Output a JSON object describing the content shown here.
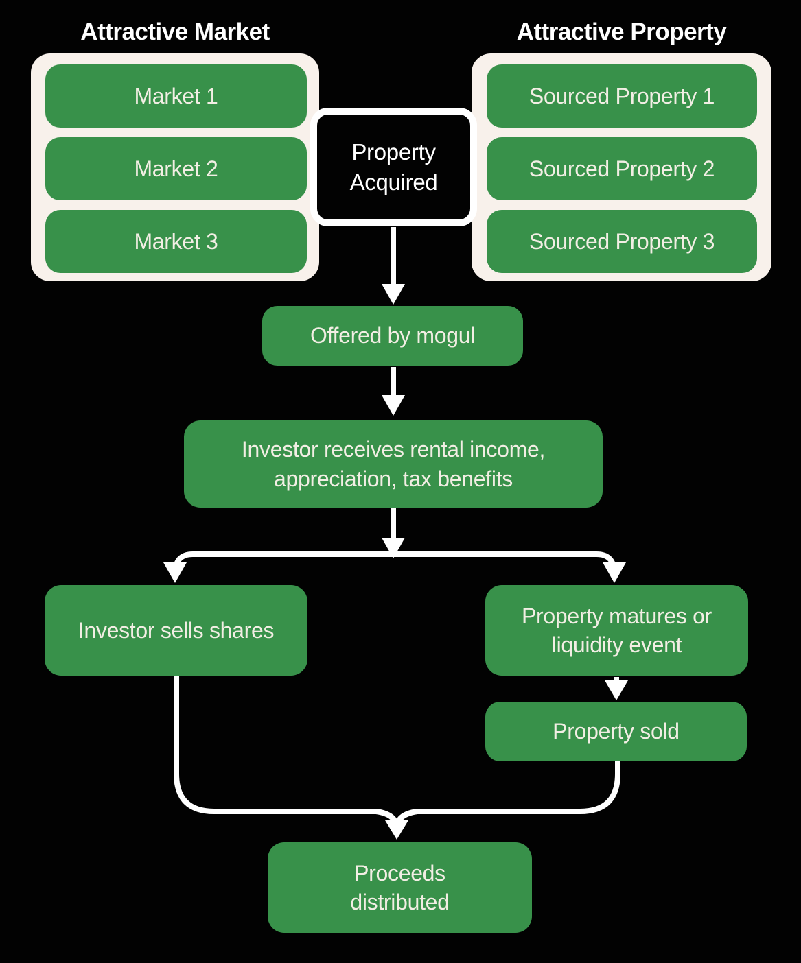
{
  "colors": {
    "background": "#020202",
    "node_green": "#38914A",
    "panel_cream": "#F8F1EB",
    "connector_white": "#FFFFFF",
    "node_text": "#F2EEE4",
    "title_text": "#FFFFFF"
  },
  "groups": {
    "market": {
      "title": "Attractive Market",
      "items": [
        "Market 1",
        "Market 2",
        "Market 3"
      ]
    },
    "property": {
      "title": "Attractive Property",
      "items": [
        "Sourced Property 1",
        "Sourced Property 2",
        "Sourced Property 3"
      ]
    }
  },
  "nodes": {
    "property_acquired": "Property\nAcquired",
    "offered": "Offered by mogul",
    "investor_receives": "Investor receives rental income,\nappreciation, tax benefits",
    "investor_sells": "Investor sells shares",
    "property_matures": "Property matures or\nliquidity event",
    "property_sold": "Property sold",
    "proceeds": "Proceeds\ndistributed"
  }
}
